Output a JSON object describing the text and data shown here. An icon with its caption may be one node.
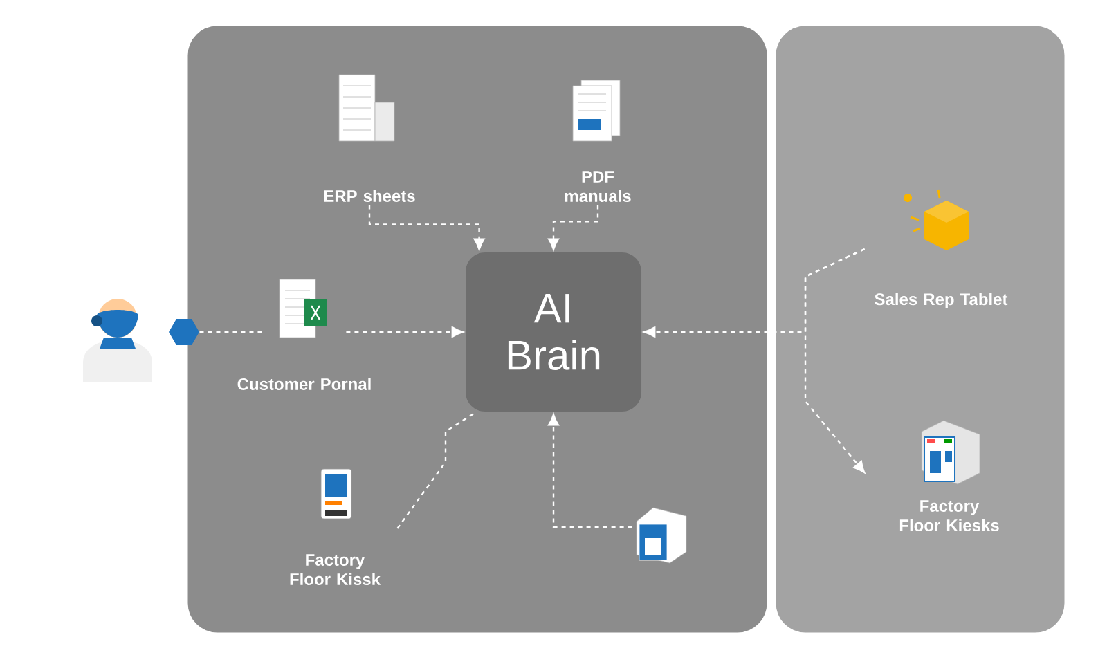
{
  "diagram": {
    "nodes": [
      {
        "text": [],
        "shape": "box"
      },
      {
        "text": [],
        "shape": "box"
      },
      {
        "text": [],
        "shape": "box"
      },
      {
        "text": [
          "Customer Pornal"
        ],
        "in": 0
      },
      {
        "text": [
          "ERP sheets"
        ],
        "in": 0
      },
      {
        "text": [
          "PDF manuals"
        ],
        "in": 0
      },
      {
        "text": [
          "AI Brain"
        ],
        "in": 0
      },
      {
        "text": [
          "Factory Floor Kissk"
        ],
        "in": 0
      },
      {
        "text": [],
        "shape": "picture",
        "in": 0
      },
      {
        "text": [
          "Sales Rep Tablet"
        ],
        "in": 1
      },
      {
        "text": [
          "Factory Floor Kiesks"
        ],
        "in": 1
      }
    ],
    "edges": [
      {
        "from": 2,
        "to": 3,
        "arrow": "none",
        "style": "dashed"
      },
      {
        "from": 3,
        "to": 6,
        "arrow": "to",
        "style": "dashed"
      },
      {
        "from": 4,
        "to": 6,
        "arrow": "to",
        "style": "dashed"
      },
      {
        "from": 5,
        "to": 6,
        "arrow": "to",
        "style": "dashed"
      },
      {
        "from": 7,
        "to": 6,
        "arrow": "none",
        "style": "dashed"
      },
      {
        "from": 8,
        "to": 6,
        "arrow": "to",
        "style": "dashed"
      },
      {
        "from": 9,
        "to": 6,
        "arrow": "to",
        "style": "dashed"
      },
      {
        "from": 9,
        "to": 10,
        "arrow": "to",
        "style": "dashed"
      }
    ]
  }
}
